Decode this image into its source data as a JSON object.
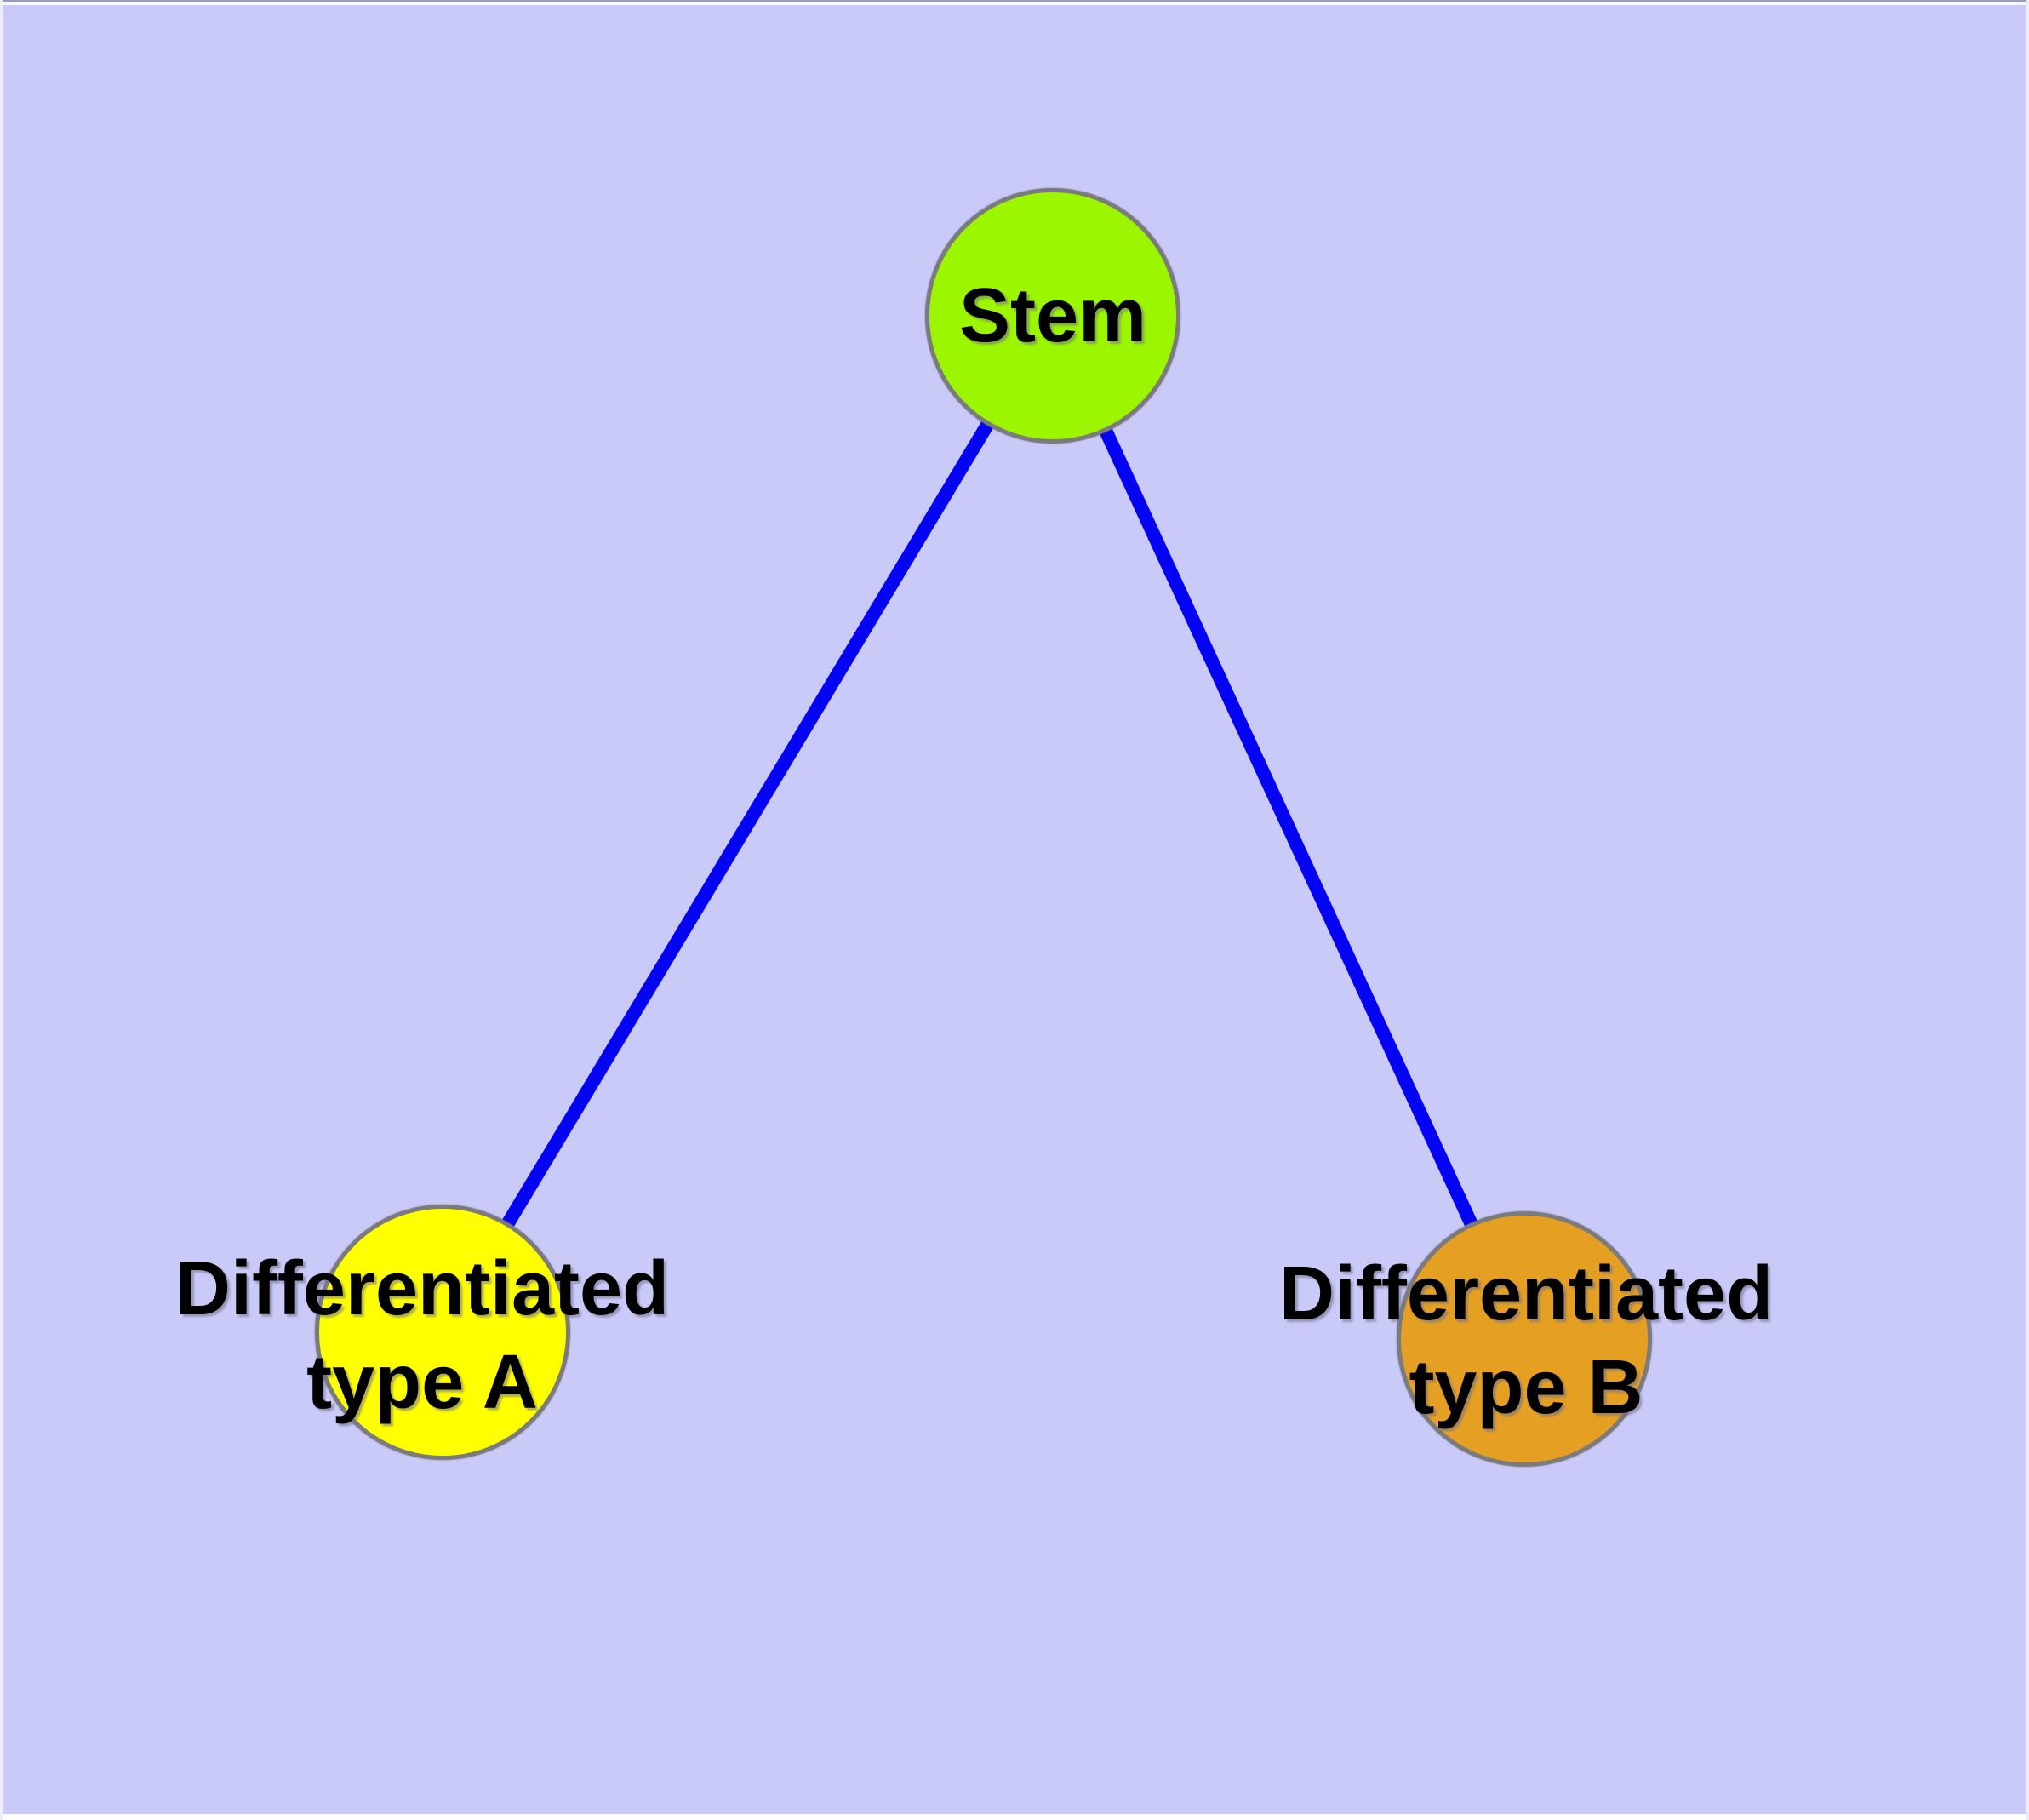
{
  "diagram": {
    "background_color": "#CACAF9",
    "edge_color": "#0404F2",
    "node_border_color": "#7B7B7B",
    "label_color": "#000000",
    "nodes": [
      {
        "id": "stem",
        "label": "Stem",
        "fill": "#9CF501"
      },
      {
        "id": "type-a",
        "label_line1": "Differentiated",
        "label_line2": "type A",
        "fill": "#FFFF00"
      },
      {
        "id": "type-b",
        "label_line1": "Differentiated",
        "label_line2": "type B",
        "fill": "#E5A024"
      }
    ],
    "edges": [
      {
        "from": "stem",
        "to": "type-a"
      },
      {
        "from": "stem",
        "to": "type-b"
      }
    ]
  }
}
